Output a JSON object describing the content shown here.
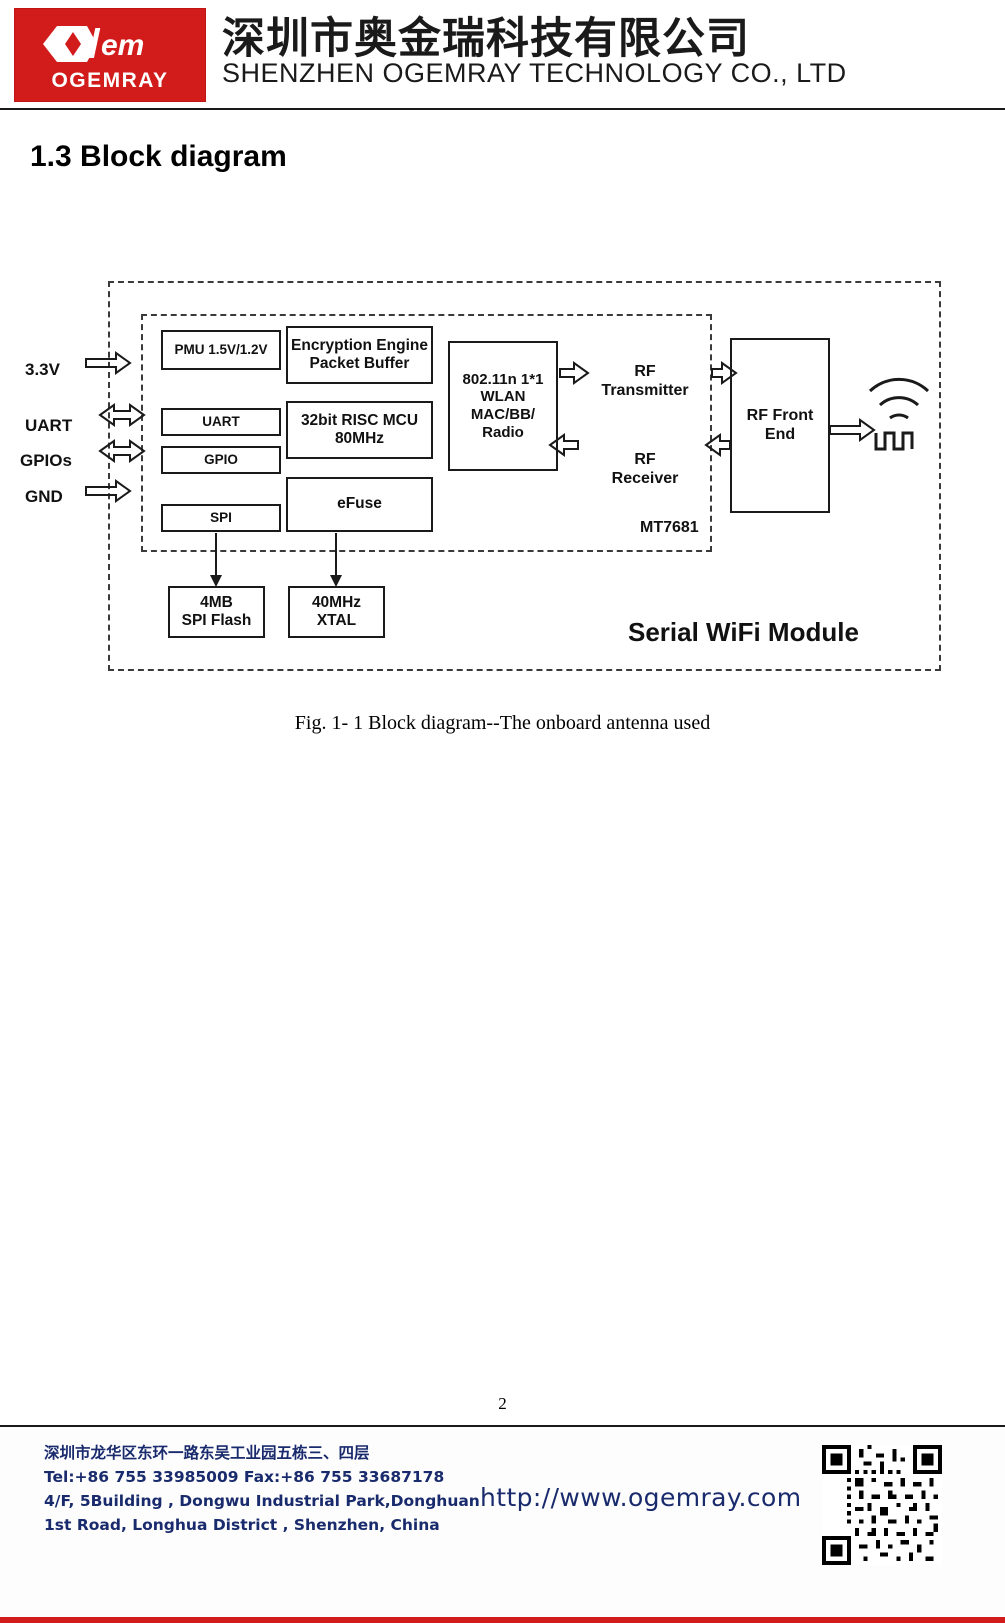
{
  "header": {
    "logo_word": "OGEMRAY",
    "logo_icon": "ogemray-diamond-logo",
    "company_cn": "深圳市奥金瑞科技有限公司",
    "company_en": "SHENZHEN OGEMRAY TECHNOLOGY CO., LTD"
  },
  "section": {
    "title": "1.3 Block diagram"
  },
  "figure": {
    "caption": "Fig. 1- 1 Block diagram--The onboard antenna used",
    "pins": [
      {
        "label": "3.3V"
      },
      {
        "label": "UART"
      },
      {
        "label": "GPIOs"
      },
      {
        "label": "GND"
      }
    ],
    "blocks": [
      {
        "name": "pmu",
        "label": "PMU 1.5V/1.2V"
      },
      {
        "name": "uart",
        "label": "UART"
      },
      {
        "name": "gpio",
        "label": "GPIO"
      },
      {
        "name": "spi",
        "label": "SPI"
      },
      {
        "name": "encryption-engine",
        "label": "Encryption Engine\nPacket Buffer"
      },
      {
        "name": "risc-mcu",
        "label": "32bit RISC MCU\n80MHz"
      },
      {
        "name": "efuse",
        "label": "eFuse"
      },
      {
        "name": "wlan",
        "label": "802.11n 1*1\nWLAN\nMAC/BB/\nRadio"
      },
      {
        "name": "rf-transmitter",
        "label": "RF\nTransmitter"
      },
      {
        "name": "rf-receiver",
        "label": "RF\nReceiver"
      },
      {
        "name": "rf-front-end",
        "label": "RF Front\nEnd"
      },
      {
        "name": "spi-flash",
        "label": "4MB\nSPI Flash"
      },
      {
        "name": "xtal",
        "label": "40MHz\nXTAL"
      }
    ],
    "chip_label": "MT7681",
    "module_label": "Serial WiFi Module",
    "antenna_icon": "wifi-antenna-icon"
  },
  "page_number": "2",
  "footer": {
    "address_lines": [
      "深圳市龙华区东环一路东吴工业园五栋三、四层",
      "Tel:+86 755 33985009   Fax:+86 755 33687178",
      "4/F, 5Building , Dongwu Industrial Park,Donghuan",
      "1st Road, Longhua District , Shenzhen, China"
    ],
    "website": "http://www.ogemray.com",
    "qr_icon": "qr-code-icon"
  },
  "colors": {
    "brand_red": "#d21c1c",
    "footer_text": "#1a2b6d",
    "line": "#1a1a1a"
  }
}
